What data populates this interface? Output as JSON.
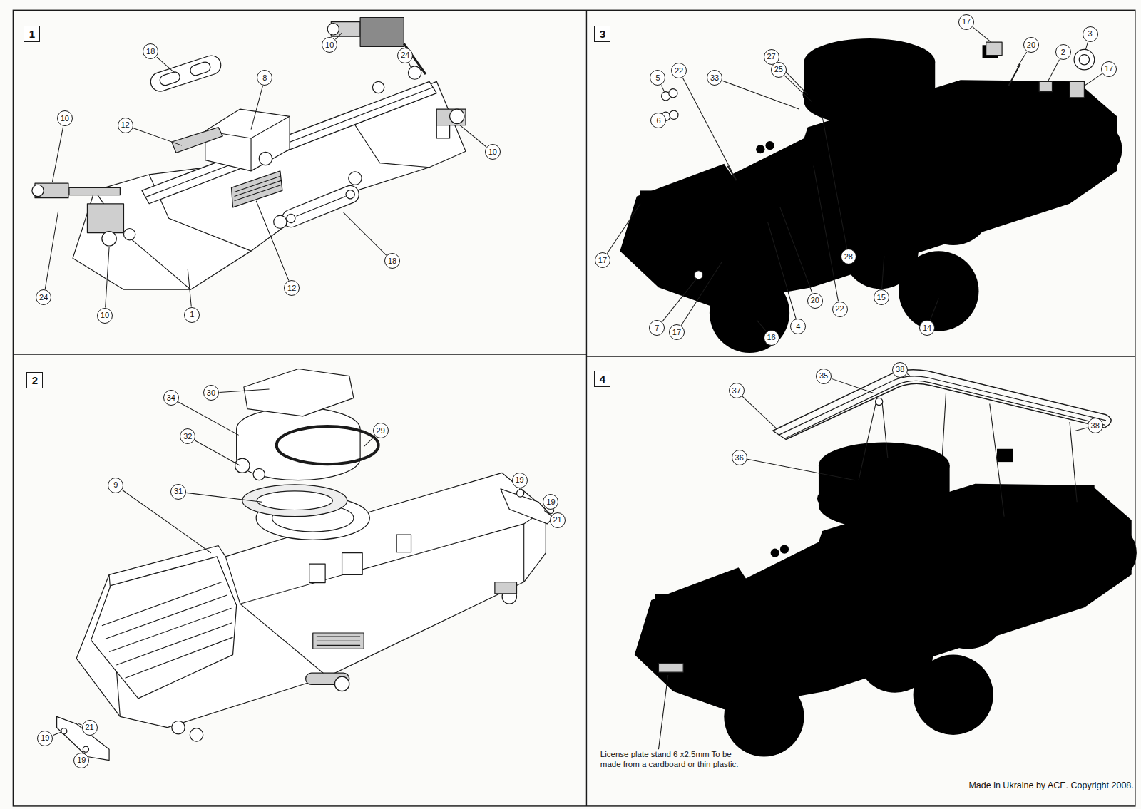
{
  "diagram": {
    "nodes": [
      {
        "text": [
          "1"
        ]
      },
      {
        "text": [
          "18"
        ]
      },
      {
        "text": [
          "8"
        ]
      },
      {
        "text": [
          "10"
        ]
      },
      {
        "text": [
          "24"
        ]
      },
      {
        "text": [
          "12"
        ]
      },
      {
        "text": [
          "10"
        ]
      },
      {
        "text": [
          "10"
        ]
      },
      {
        "text": [
          "18"
        ]
      },
      {
        "text": [
          "12"
        ]
      },
      {
        "text": [
          "24"
        ]
      },
      {
        "text": [
          "10"
        ]
      },
      {
        "text": [
          "1"
        ]
      },
      {
        "text": [
          "2"
        ]
      },
      {
        "text": [
          "34"
        ]
      },
      {
        "text": [
          "30"
        ]
      },
      {
        "text": [
          "29"
        ]
      },
      {
        "text": [
          "32"
        ]
      },
      {
        "text": [
          "31"
        ]
      },
      {
        "text": [
          "9"
        ]
      },
      {
        "text": [
          "19"
        ]
      },
      {
        "text": [
          "19"
        ]
      },
      {
        "text": [
          "21"
        ]
      },
      {
        "text": [
          "21"
        ]
      },
      {
        "text": [
          "19"
        ]
      },
      {
        "text": [
          "19"
        ]
      },
      {
        "text": [
          "3"
        ]
      },
      {
        "text": [
          "17"
        ]
      },
      {
        "text": [
          "20"
        ]
      },
      {
        "text": [
          "2"
        ]
      },
      {
        "text": [
          "3"
        ]
      },
      {
        "text": [
          "17"
        ]
      },
      {
        "text": [
          "27"
        ]
      },
      {
        "text": [
          "25"
        ]
      },
      {
        "text": [
          "22"
        ]
      },
      {
        "text": [
          "33"
        ]
      },
      {
        "text": [
          "5"
        ]
      },
      {
        "text": [
          "6"
        ]
      },
      {
        "text": [
          "17"
        ]
      },
      {
        "text": [
          "7"
        ]
      },
      {
        "text": [
          "17"
        ]
      },
      {
        "text": [
          "20"
        ]
      },
      {
        "text": [
          "4"
        ]
      },
      {
        "text": [
          "22"
        ]
      },
      {
        "text": [
          "28"
        ]
      },
      {
        "text": [
          "15"
        ]
      },
      {
        "text": [
          "16"
        ]
      },
      {
        "text": [
          "14"
        ]
      },
      {
        "text": [
          "4"
        ]
      },
      {
        "text": [
          "37"
        ]
      },
      {
        "text": [
          "35"
        ]
      },
      {
        "text": [
          "38"
        ]
      },
      {
        "text": [
          "36"
        ]
      },
      {
        "text": [
          "38"
        ]
      }
    ],
    "labels": [
      "License plate stand 6 x2.5mm To be made from a cardboard or thin plastic.",
      "Made in Ukraine by ACE. Copyright 2008."
    ]
  }
}
